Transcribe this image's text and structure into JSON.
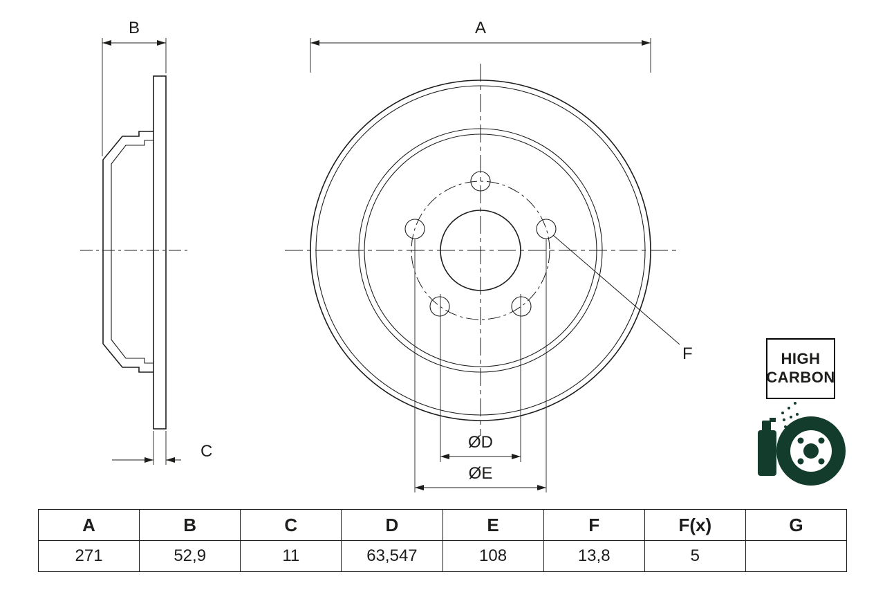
{
  "drawing": {
    "labels": {
      "a": "A",
      "b": "B",
      "c": "C",
      "d": "ØD",
      "e": "ØE",
      "f": "F"
    }
  },
  "badge": {
    "line1": "HIGH",
    "line2": "CARBON"
  },
  "table": {
    "headers": [
      "A",
      "B",
      "C",
      "D",
      "E",
      "F",
      "F(x)",
      "G"
    ],
    "values": [
      "271",
      "52,9",
      "11",
      "63,547",
      "108",
      "13,8",
      "5",
      ""
    ]
  },
  "colors": {
    "line": "#1d1d1b",
    "icon_green": "#143c2c"
  }
}
